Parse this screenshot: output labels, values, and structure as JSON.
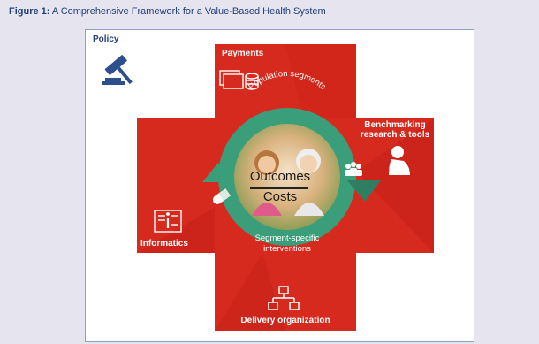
{
  "figure": {
    "label": "Figure 1:",
    "caption": "A Comprehensive Framework for a Value-Based Health System"
  },
  "diagram": {
    "frame_label": "Policy",
    "arms": {
      "top": "Payments",
      "right_line1": "Benchmarking",
      "right_line2": "research & tools",
      "left": "Informatics",
      "bottom": "Delivery organization"
    },
    "ring": {
      "top_text": "Population segments",
      "bottom_line1": "Segment-specific",
      "bottom_line2": "interventions"
    },
    "center": {
      "numerator": "Outcomes",
      "denominator": "Costs"
    },
    "colors": {
      "cross": "#d72a1f",
      "cross_shadow": "#b81d16",
      "ring": "#3a9e7a",
      "frame_border": "#8fa0c6",
      "title": "#1f3f7a"
    },
    "icons": [
      "gavel-icon",
      "money-icon",
      "people-icon",
      "bust-icon",
      "informatics-screen-icon",
      "org-chart-icon",
      "pill-icon"
    ]
  }
}
